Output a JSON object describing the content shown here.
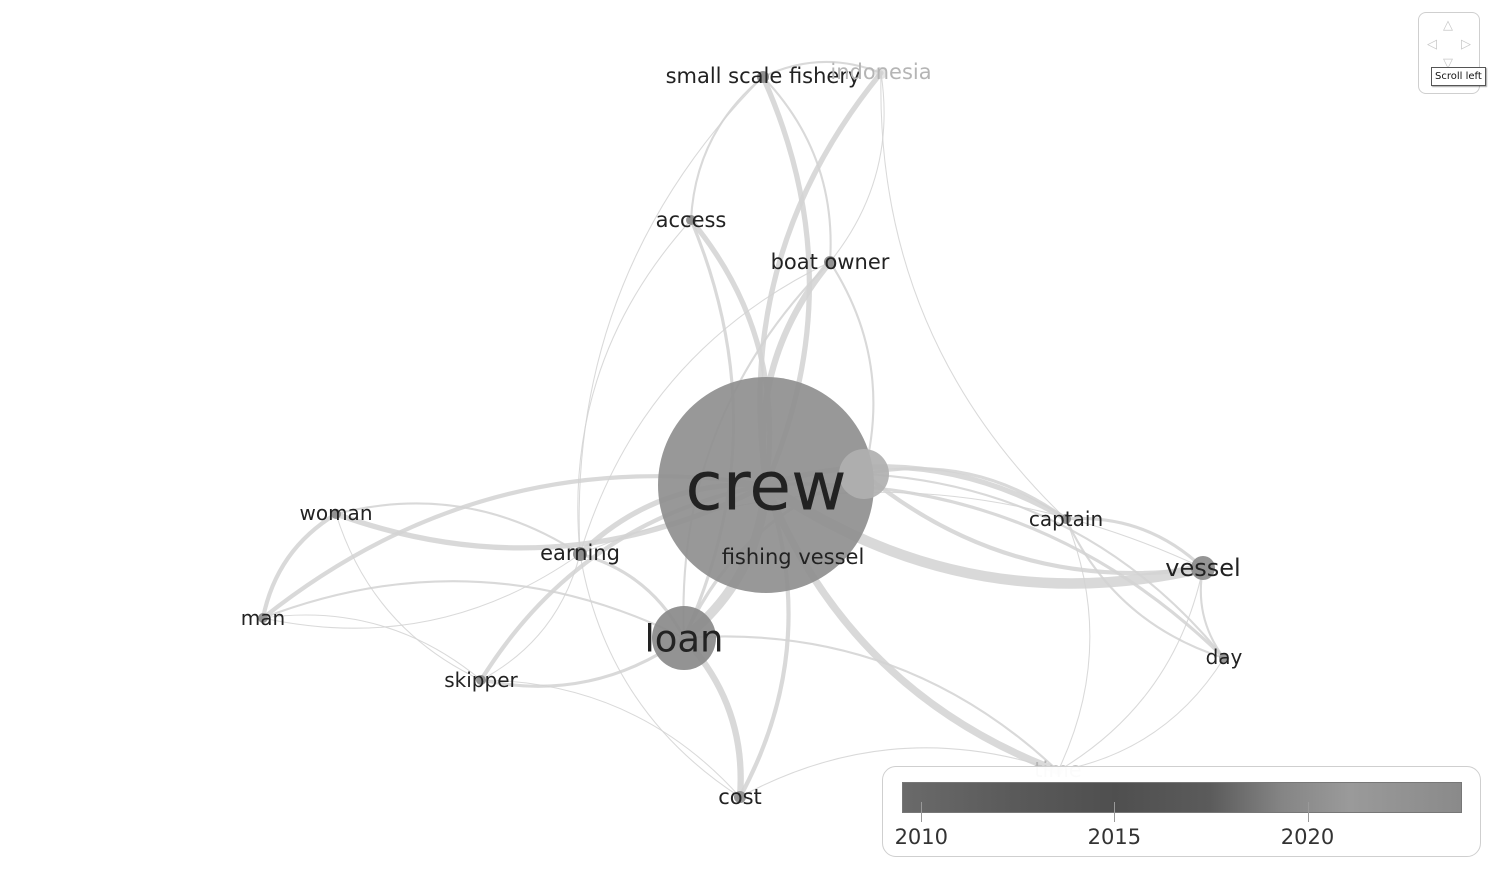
{
  "network": {
    "nodes": [
      {
        "id": "crew",
        "label": "crew",
        "weight": 100,
        "score": 2016.6,
        "faded": false
      },
      {
        "id": "fishing_vessel",
        "label": "fishing vessel",
        "weight": 18,
        "score": 2018.5,
        "faded": false
      },
      {
        "id": "loan",
        "label": "loan",
        "weight": 32,
        "score": 2014.0,
        "faded": false
      },
      {
        "id": "vessel",
        "label": "vessel",
        "weight": 10,
        "score": 2016.0,
        "faded": false
      },
      {
        "id": "small_scale_fishery",
        "label": "small scale fishery",
        "weight": 5,
        "score": 2015.0,
        "faded": false
      },
      {
        "id": "indonesia",
        "label": "indonesia",
        "weight": 5,
        "score": 2021.0,
        "faded": true
      },
      {
        "id": "access",
        "label": "access",
        "weight": 5,
        "score": 2016.0,
        "faded": false
      },
      {
        "id": "boat_owner",
        "label": "boat owner",
        "weight": 6,
        "score": 2016.0,
        "faded": false
      },
      {
        "id": "captain",
        "label": "captain",
        "weight": 5,
        "score": 2016.0,
        "faded": false
      },
      {
        "id": "woman",
        "label": "woman",
        "weight": 4,
        "score": 2016.0,
        "faded": false
      },
      {
        "id": "earning",
        "label": "earning",
        "weight": 6,
        "score": 2015.0,
        "faded": false
      },
      {
        "id": "man",
        "label": "man",
        "weight": 4,
        "score": 2016.0,
        "faded": false
      },
      {
        "id": "skipper",
        "label": "skipper",
        "weight": 4,
        "score": 2016.0,
        "faded": false
      },
      {
        "id": "day",
        "label": "day",
        "weight": 4,
        "score": 2017.0,
        "faded": false
      },
      {
        "id": "time",
        "label": "time",
        "weight": 4,
        "score": 2021.0,
        "faded": true
      },
      {
        "id": "cost",
        "label": "cost",
        "weight": 5,
        "score": 2016.0,
        "faded": false
      }
    ],
    "links": [
      {
        "source": "crew",
        "target": "vessel",
        "strength": 10
      },
      {
        "source": "crew",
        "target": "loan",
        "strength": 9
      },
      {
        "source": "crew",
        "target": "time",
        "strength": 7
      },
      {
        "source": "crew",
        "target": "boat_owner",
        "strength": 6
      },
      {
        "source": "crew",
        "target": "small_scale_fishery",
        "strength": 5
      },
      {
        "source": "crew",
        "target": "indonesia",
        "strength": 5
      },
      {
        "source": "crew",
        "target": "access",
        "strength": 5
      },
      {
        "source": "crew",
        "target": "woman",
        "strength": 5
      },
      {
        "source": "crew",
        "target": "man",
        "strength": 4
      },
      {
        "source": "crew",
        "target": "captain",
        "strength": 5
      },
      {
        "source": "crew",
        "target": "earning",
        "strength": 5
      },
      {
        "source": "crew",
        "target": "cost",
        "strength": 4
      },
      {
        "source": "crew",
        "target": "skipper",
        "strength": 4
      },
      {
        "source": "crew",
        "target": "day",
        "strength": 3
      },
      {
        "source": "fishing_vessel",
        "target": "vessel",
        "strength": 4
      },
      {
        "source": "fishing_vessel",
        "target": "captain",
        "strength": 3
      },
      {
        "source": "fishing_vessel",
        "target": "loan",
        "strength": 3
      },
      {
        "source": "fishing_vessel",
        "target": "day",
        "strength": 2
      },
      {
        "source": "fishing_vessel",
        "target": "boat_owner",
        "strength": 2
      },
      {
        "source": "loan",
        "target": "cost",
        "strength": 6
      },
      {
        "source": "loan",
        "target": "earning",
        "strength": 3
      },
      {
        "source": "loan",
        "target": "skipper",
        "strength": 3
      },
      {
        "source": "loan",
        "target": "access",
        "strength": 3
      },
      {
        "source": "loan",
        "target": "time",
        "strength": 2
      },
      {
        "source": "loan",
        "target": "man",
        "strength": 2
      },
      {
        "source": "loan",
        "target": "boat_owner",
        "strength": 2
      },
      {
        "source": "woman",
        "target": "man",
        "strength": 4
      },
      {
        "source": "woman",
        "target": "earning",
        "strength": 2
      },
      {
        "source": "woman",
        "target": "skipper",
        "strength": 1
      },
      {
        "source": "man",
        "target": "skipper",
        "strength": 1
      },
      {
        "source": "man",
        "target": "earning",
        "strength": 1
      },
      {
        "source": "small_scale_fishery",
        "target": "indonesia",
        "strength": 2
      },
      {
        "source": "small_scale_fishery",
        "target": "access",
        "strength": 2
      },
      {
        "source": "small_scale_fishery",
        "target": "boat_owner",
        "strength": 2
      },
      {
        "source": "small_scale_fishery",
        "target": "earning",
        "strength": 1
      },
      {
        "source": "indonesia",
        "target": "boat_owner",
        "strength": 1
      },
      {
        "source": "indonesia",
        "target": "captain",
        "strength": 1
      },
      {
        "source": "captain",
        "target": "vessel",
        "strength": 3
      },
      {
        "source": "captain",
        "target": "day",
        "strength": 2
      },
      {
        "source": "captain",
        "target": "time",
        "strength": 1
      },
      {
        "source": "vessel",
        "target": "day",
        "strength": 2
      },
      {
        "source": "vessel",
        "target": "time",
        "strength": 1
      },
      {
        "source": "vessel",
        "target": "earning",
        "strength": 1
      },
      {
        "source": "earning",
        "target": "skipper",
        "strength": 1
      },
      {
        "source": "earning",
        "target": "cost",
        "strength": 1
      },
      {
        "source": "skipper",
        "target": "cost",
        "strength": 1
      },
      {
        "source": "access",
        "target": "earning",
        "strength": 1
      },
      {
        "source": "cost",
        "target": "time",
        "strength": 1
      },
      {
        "source": "boat_owner",
        "target": "earning",
        "strength": 1
      },
      {
        "source": "day",
        "target": "time",
        "strength": 1
      }
    ]
  },
  "legend": {
    "ticks": [
      {
        "value": 2010,
        "label": "2010"
      },
      {
        "value": 2015,
        "label": "2015"
      },
      {
        "value": 2020,
        "label": "2020"
      }
    ]
  },
  "navigation": {
    "up_icon": "triangle-up-icon",
    "down_icon": "triangle-down-icon",
    "left_icon": "triangle-left-icon",
    "right_icon": "triangle-right-icon",
    "tooltip": "Scroll left"
  }
}
